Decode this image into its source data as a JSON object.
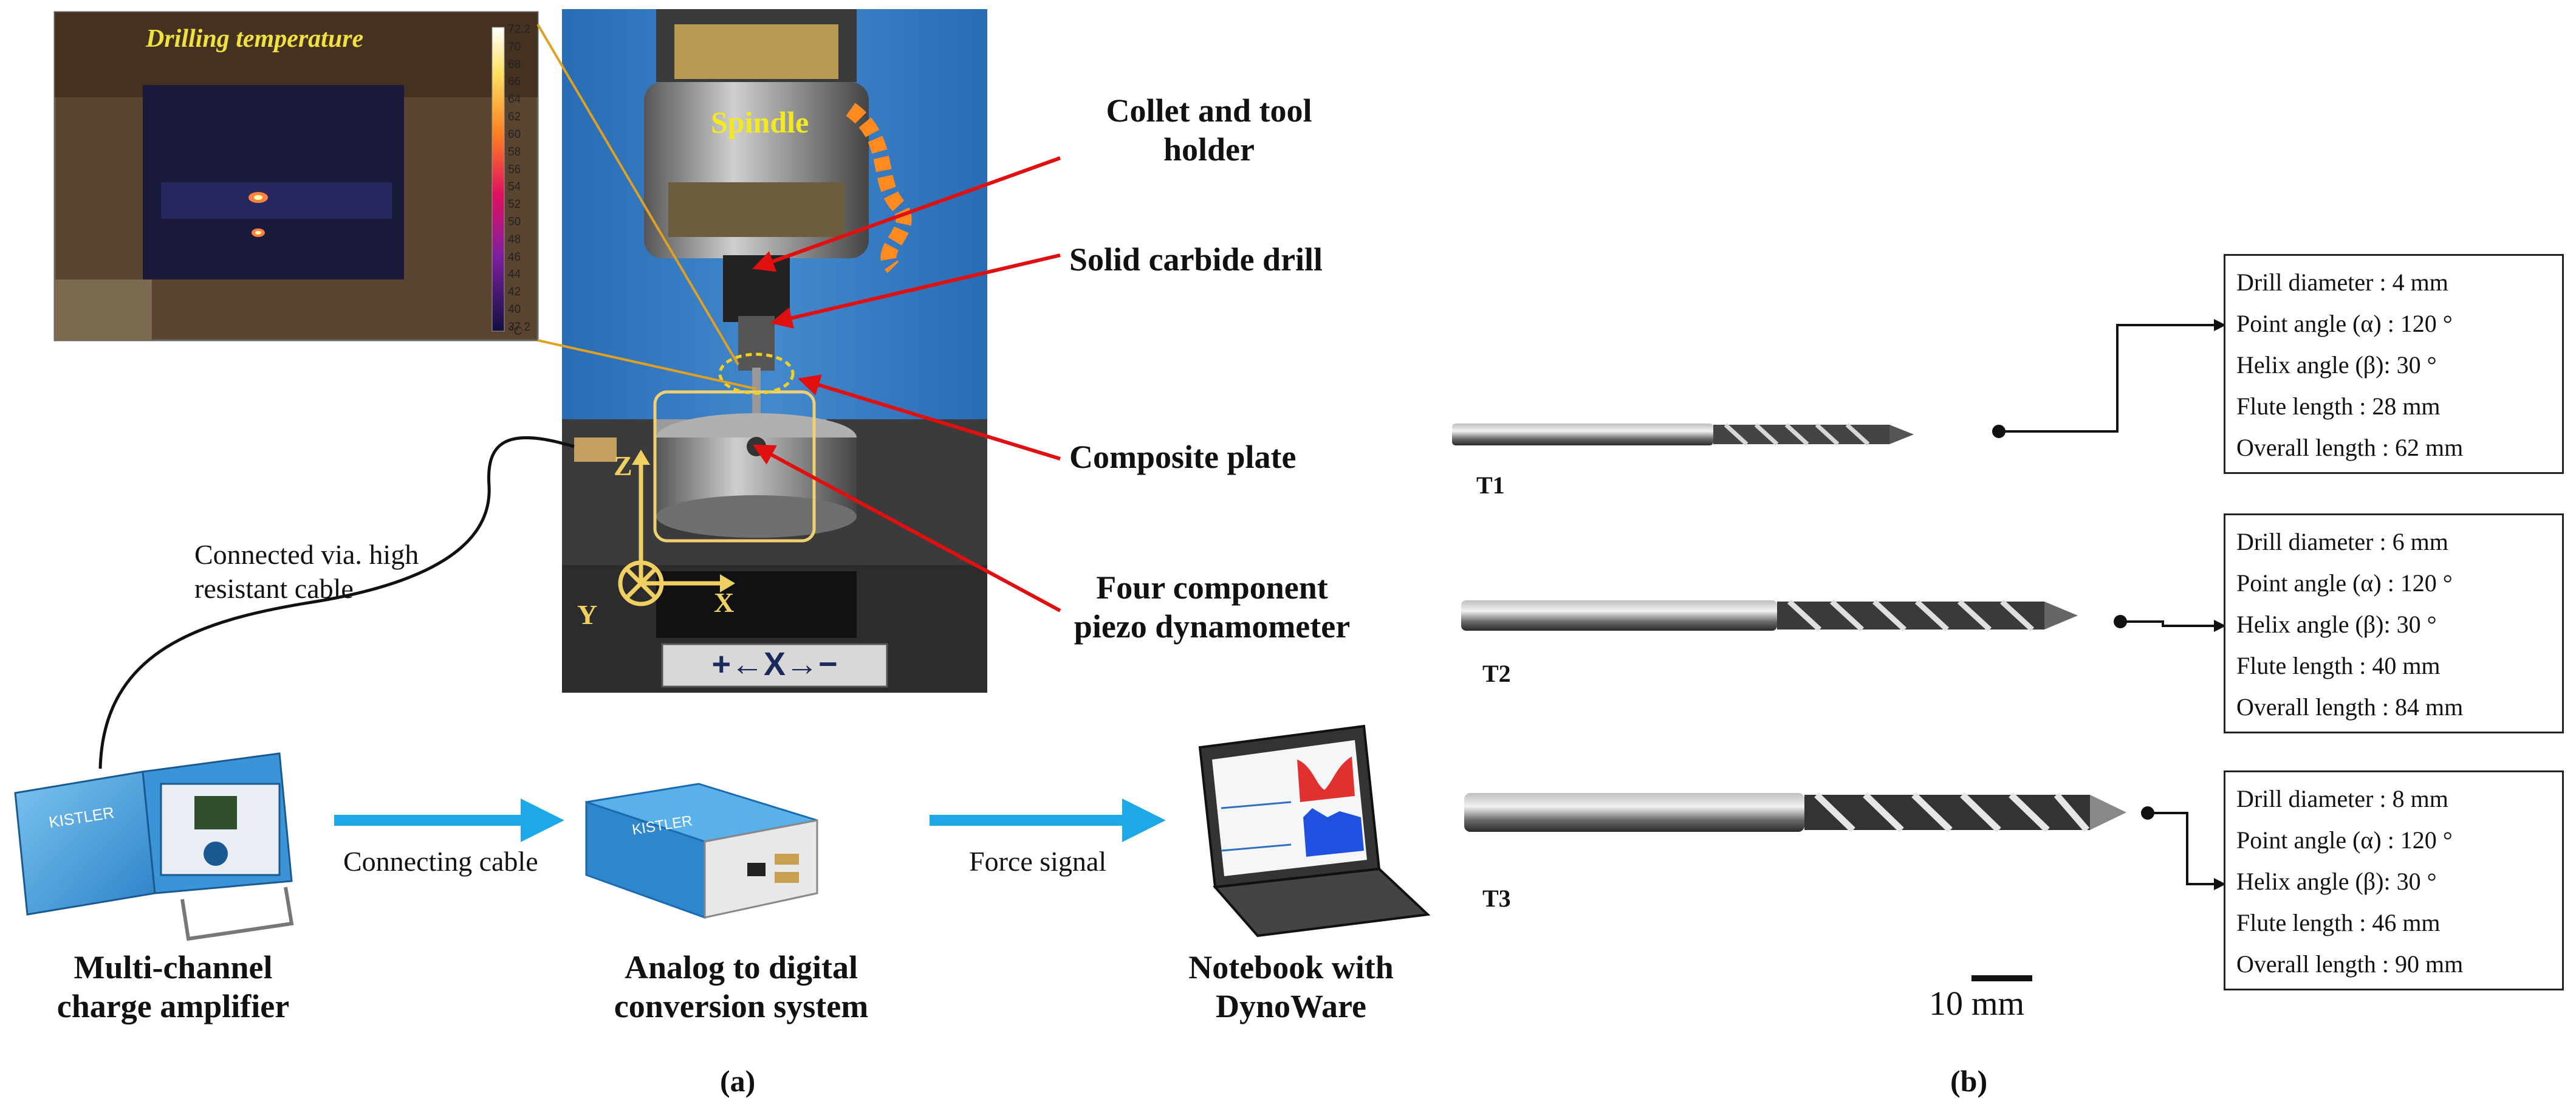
{
  "photo": {
    "spindle_label": "Spindle",
    "thermal_title": "Drilling temperature",
    "thermal_scale": [
      "72.2",
      "70",
      "68",
      "66",
      "64",
      "62",
      "60",
      "58",
      "56",
      "54",
      "52",
      "50",
      "48",
      "46",
      "44",
      "42",
      "40",
      "37.2"
    ],
    "thermal_unit": "°C",
    "axis_labels": {
      "z": "Z",
      "x": "X",
      "y": "Y"
    },
    "table_plate": "+←X→−"
  },
  "callouts": {
    "collet": "Collet and tool holder",
    "drill": "Solid carbide drill",
    "plate": "Composite plate",
    "dynamometer": "Four component piezo dynamometer"
  },
  "cable_note": "Connected via. high resistant cable",
  "chain": {
    "amplifier": "Multi-channel charge amplifier",
    "adc": "Analog to digital conversion system",
    "notebook": "Notebook with DynoWare",
    "arrow1": "Connecting cable",
    "arrow2": "Force signal",
    "brand": "KISTLER"
  },
  "panels": {
    "a": "(a)",
    "b": "(b)"
  },
  "tools": [
    {
      "code": "T1",
      "specs": [
        "Drill diameter : 4 mm",
        "Point angle (α) : 120 °",
        "Helix angle (β): 30 °",
        "Flute length : 28 mm",
        "Overall length : 62 mm"
      ]
    },
    {
      "code": "T2",
      "specs": [
        "Drill diameter : 6 mm",
        "Point angle (α) : 120 °",
        "Helix angle (β): 30 °",
        "Flute length : 40 mm",
        "Overall length : 84 mm"
      ]
    },
    {
      "code": "T3",
      "specs": [
        "Drill diameter : 8 mm",
        "Point angle (α) : 120 °",
        "Helix angle (β): 30 °",
        "Flute length : 46 mm",
        "Overall length : 90 mm"
      ]
    }
  ],
  "scale_bar": "10 mm",
  "colors": {
    "callout_red": "#e01010",
    "flow_blue": "#1ea8e8",
    "highlight_yellow": "#e8c020",
    "frame_orange": "#e0a020"
  }
}
